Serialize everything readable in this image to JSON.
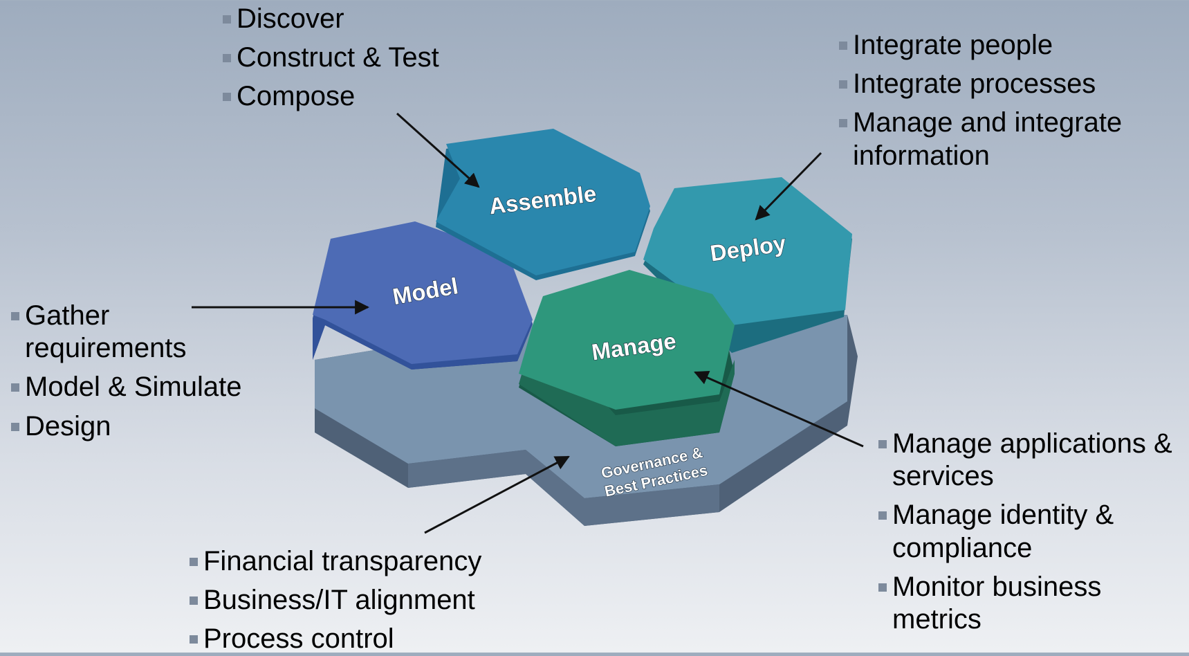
{
  "hexagons": {
    "assemble": "Assemble",
    "deploy": "Deploy",
    "model": "Model",
    "manage": "Manage",
    "governance_line1": "Governance &",
    "governance_line2": "Best Practices"
  },
  "bullets": {
    "assemble": [
      "Discover",
      "Construct & Test",
      "Compose"
    ],
    "deploy": [
      "Integrate people",
      "Integrate processes",
      "Manage and integrate information"
    ],
    "model": [
      "Gather requirements",
      "Model & Simulate",
      "Design"
    ],
    "manage": [
      "Manage applications & services",
      "Manage identity & compliance",
      "Monitor business metrics"
    ],
    "governance": [
      "Financial transparency",
      "Business/IT alignment",
      "Process control"
    ]
  },
  "colors": {
    "assemble": "#2a87ad",
    "deploy": "#3399ad",
    "model": "#4d6bb5",
    "manage": "#2e977c",
    "base": "#7a92ad"
  }
}
